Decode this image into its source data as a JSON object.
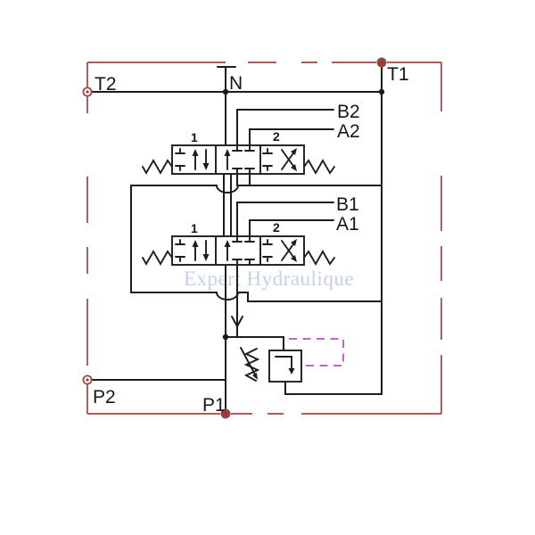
{
  "diagram": {
    "watermark": "Expert Hydraulique",
    "ports": {
      "t2": "T2",
      "t1": "T1",
      "n": "N",
      "b2": "B2",
      "a2": "A2",
      "b1": "B1",
      "a1": "A1",
      "p2": "P2",
      "p1": "P1"
    },
    "valves": {
      "upper": {
        "pos_left": "1",
        "pos_right": "2"
      },
      "lower": {
        "pos_left": "1",
        "pos_right": "2"
      }
    },
    "colors": {
      "line": "#1c1c1c",
      "border": "#9a4747",
      "port_open_fill": "#ffffff",
      "port_solid_fill": "#993b3b",
      "pilot": "#c263ca",
      "watermark": "#a3b3cd",
      "background": "#ffffff"
    }
  }
}
